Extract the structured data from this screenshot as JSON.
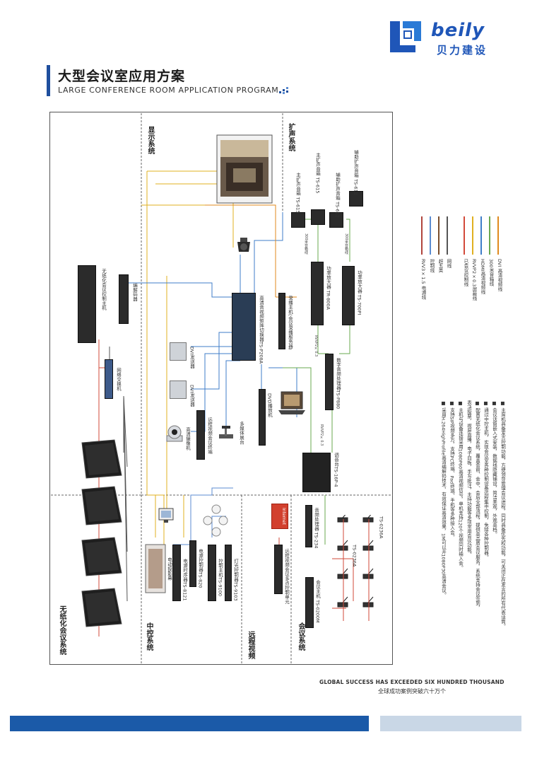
{
  "brand": {
    "logo_en": "beily",
    "logo_cn": "贝力建设",
    "color": "#1f56b8"
  },
  "header": {
    "title_cn": "大型会议室应用方案",
    "title_en": "LARGE CONFERENCE ROOM APPLICATION PROGRAM"
  },
  "zones": {
    "display": "显示系统",
    "pa": "扩声系统",
    "paperless": "无纸化会议系统",
    "central": "中控系统",
    "video_conf": "远程视频",
    "conference": "会议系统"
  },
  "devices": {
    "paperless_host": "无纸化会议控制主机",
    "encoder": "编解码器",
    "network_switch": "网络交换机",
    "matrix": "高清音视频矩阵切换器TS-P208A",
    "recorder": "录播主机(会议录播服务器)",
    "dvi_1": "DVI发送器",
    "dvi_2": "DVI发送器",
    "hd_camera": "高清摄像机",
    "video_conf_terminal": "远程视频会议终端",
    "doc_camera": "多媒体展台",
    "dvd": "DVD播放机",
    "processor": "数字音频处理器TS-P880",
    "mixer": "调音台TS-16P-4",
    "amp_1": "功率放大器 TR-800A",
    "amp_2": "功率放大器 TS-700PI",
    "spk_main_1": "主扩声音箱 TS-615",
    "spk_main_2": "主扩声音箱 TS-615",
    "spk_aux_1": "辅助扩声音箱 TS-612",
    "spk_aux_2": "辅助扩声音箱 TS-612",
    "touch_panel": "电动投影幕",
    "power_seq": "电源时序器TS-8121",
    "power_ctrl": "电源控制器TS-820",
    "central_host": "控制主机TS-9100",
    "light_ctrl": "灯光控制器TS-9103",
    "internet": "Internet",
    "mcu": "远程视频会议多点控制单元",
    "conf_host": "会议主机 TS-0200M",
    "conf_unit": "音频处理器 TS-234",
    "mic_chair": "TS-0236A",
    "mic_delegate": "TS-0236A"
  },
  "cable_labels": {
    "rvvp": "RVVP2×0.3",
    "sdi": "300米音箱线",
    "audio": "300米音箱线"
  },
  "legend": [
    {
      "label": "已会议控制线",
      "color": "#d24a3a"
    },
    {
      "label": "RVVP2×0.3屏蔽线",
      "color": "#e0b020"
    },
    {
      "label": "HDMI高清视频线",
      "color": "#3f7ec9"
    },
    {
      "label": "300米音箱线",
      "color": "#6aa84f"
    },
    {
      "label": "DVI 高清视频线",
      "color": "#e08a1e"
    },
    {
      "label": "RVV3×1.5 电源线",
      "color": "#b0443c"
    },
    {
      "label": "控制线",
      "color": "#5b8bd0"
    },
    {
      "label": "超五类",
      "color": "#7a4e2c"
    },
    {
      "label": "网线",
      "color": "#555555"
    }
  ],
  "notes": [
    "■ 主席机具备发言控制功能，方便领导管理会议进程，同时具备优先权功能，可关闭正在发言的所有代表话筒。",
    "■ 会议话筒嵌入式安装，数据线隐藏铺设，简洁美观，外观高档。",
    "■ 通过中控主机，实现会议室各种控制设备远程集中控制，免除各种控制器。",
    "■ 配置无纸化会议系统，覆盖会前、会中、会后全部流程，提供高品质会议服务，系统支持会议签到，",
    "  表决投票，视屏直播，电子白板，手写批注，主持功能等多项常用会议功能。",
    "■ 主机与设备连接采用1080P60高清视频信号，单机支持120个视频同时输入会。",
    "■ 支持SIP视频多方，支持PC终端、Pad终端、手机等多种接入会。",
    "■ 采用H.264HighProfile高清编解码技术，有效保证高清效果，1M可以开1080P30高清会议。"
  ],
  "footer": {
    "en": "GLOBAL SUCCESS HAS EXCEEDED SIX HUNDRED THOUSAND",
    "cn": "全球成功案例突破六十万个"
  }
}
